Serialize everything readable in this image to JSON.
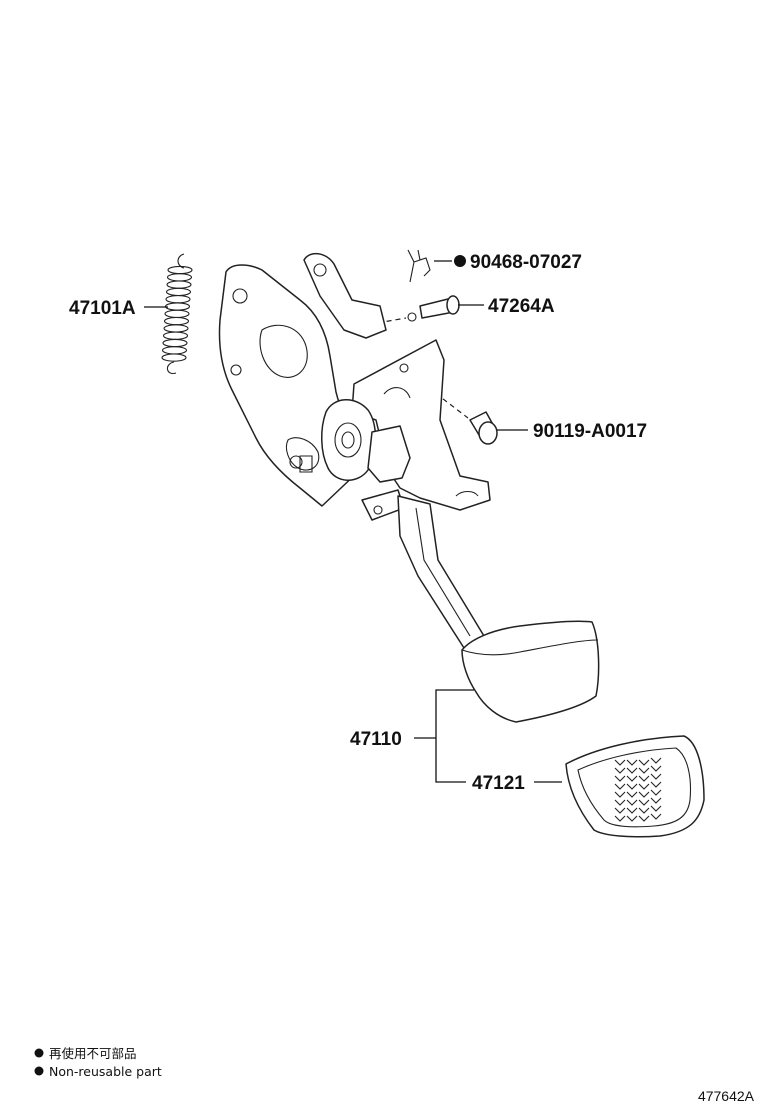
{
  "callouts": {
    "spring": "47101A",
    "clip": "90468-07027",
    "pin": "47264A",
    "bolt": "90119-A0017",
    "pedal_assy": "47110",
    "pad": "47121"
  },
  "legend": {
    "line_japanese": "再使用不可部品",
    "line_english": "Non-reusable part"
  },
  "figure_code": "477642A"
}
